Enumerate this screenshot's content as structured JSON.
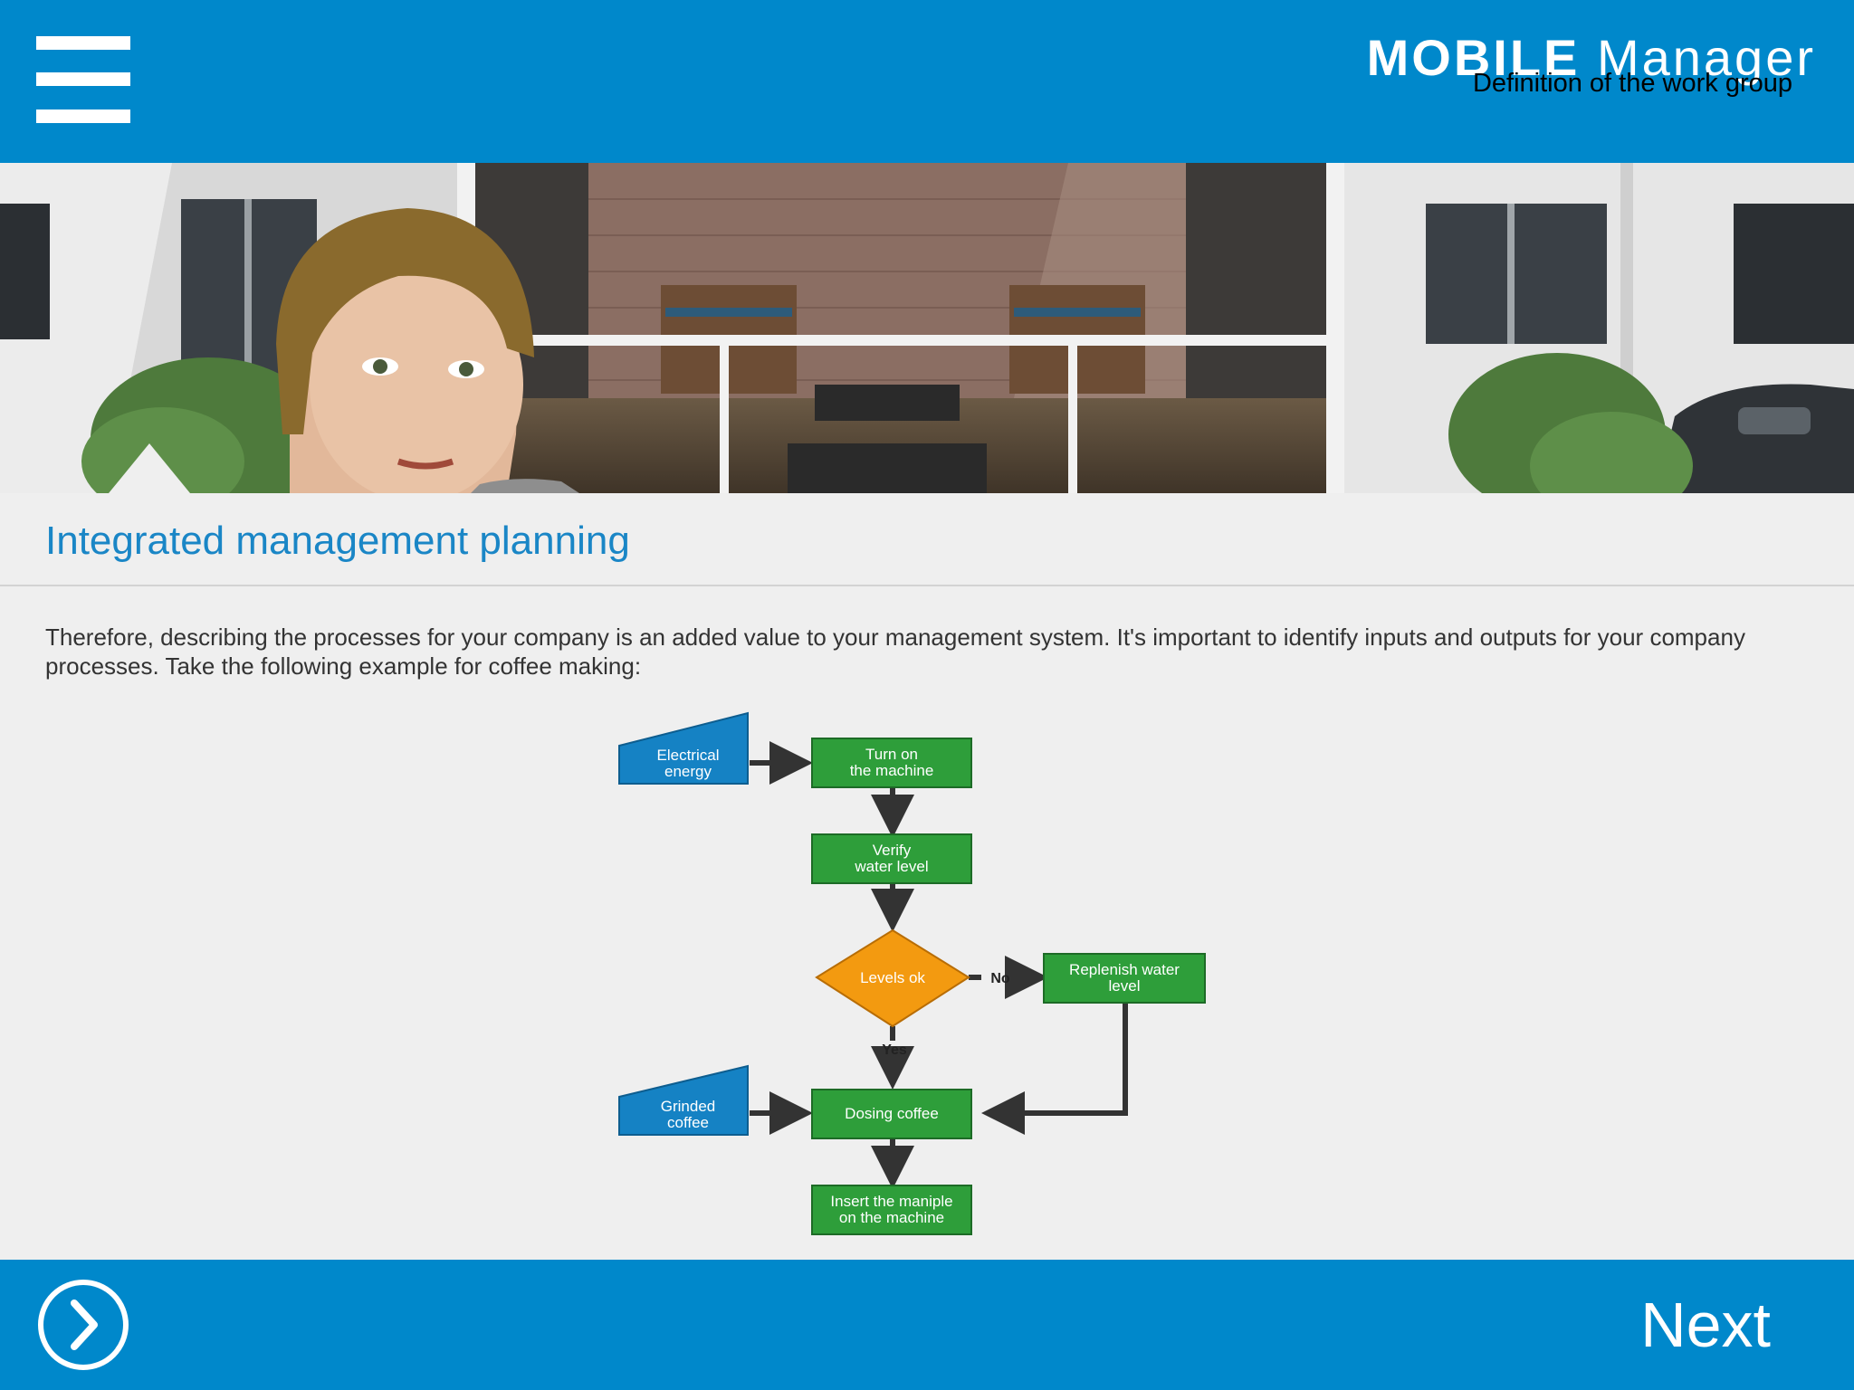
{
  "header": {
    "brand_bold": "MOBILE",
    "brand_light": "Manager",
    "subtitle": "Definition of the work group"
  },
  "content": {
    "title": "Integrated management planning",
    "paragraph": "Therefore, describing the processes for your company is an added value to your management system. It's important to identify inputs and outputs for your company processes. Take the following example for coffee making:"
  },
  "flowchart": {
    "input_electrical_line1": "Electrical",
    "input_electrical_line2": "energy",
    "step_turn_on_line1": "Turn on",
    "step_turn_on_line2": "the machine",
    "step_verify_line1": "Verify",
    "step_verify_line2": "water level",
    "decision": "Levels ok",
    "label_no": "No",
    "label_yes": "Yes",
    "step_replenish_line1": "Replenish water",
    "step_replenish_line2": "level",
    "input_coffee_line1": "Grinded",
    "input_coffee_line2": "coffee",
    "step_dosing": "Dosing coffee",
    "step_insert_line1": "Insert the maniple",
    "step_insert_line2": "on the machine"
  },
  "footer": {
    "next_label": "Next"
  },
  "colors": {
    "brand_blue": "#0088cb",
    "title_blue": "#1a86c6",
    "process_green": "#2e9e3a",
    "input_blue": "#1582c4",
    "decision_orange": "#f39a10"
  },
  "icons": {
    "menu": "hamburger-menu-icon",
    "forward": "chevron-right-circle-icon"
  }
}
